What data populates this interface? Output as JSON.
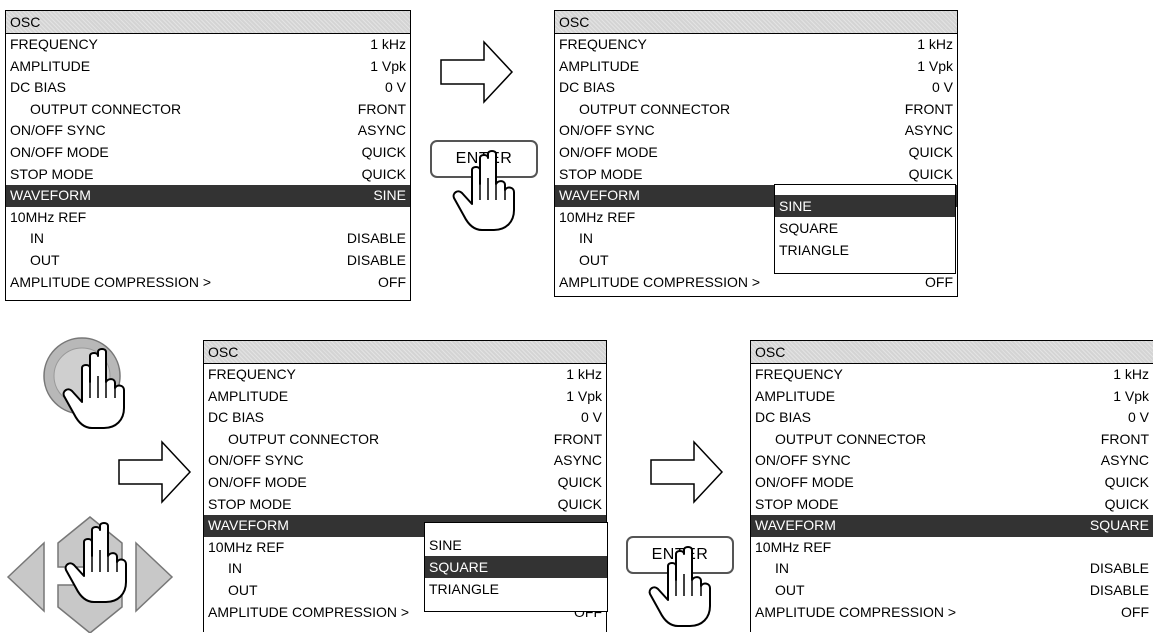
{
  "menu": {
    "title": "OSC",
    "rows": [
      {
        "label": "FREQUENCY",
        "value": "1 kHz"
      },
      {
        "label": "AMPLITUDE",
        "value": "1 Vpk"
      },
      {
        "label": "DC BIAS",
        "value": "0 V"
      },
      {
        "label": "OUTPUT CONNECTOR",
        "value": "FRONT"
      },
      {
        "label": "ON/OFF SYNC",
        "value": "ASYNC"
      },
      {
        "label": "ON/OFF MODE",
        "value": "QUICK"
      },
      {
        "label": "STOP MODE",
        "value": "QUICK"
      },
      {
        "label": "WAVEFORM",
        "value": "SINE"
      },
      {
        "label": "10MHz REF",
        "value": ""
      },
      {
        "label": "IN",
        "value": "DISABLE"
      },
      {
        "label": "OUT",
        "value": "DISABLE"
      },
      {
        "label": "AMPLITUDE COMPRESSION >",
        "value": "OFF"
      }
    ],
    "waveform_updated": "SQUARE"
  },
  "popup": {
    "options": [
      "SINE",
      "SQUARE",
      "TRIANGLE"
    ]
  },
  "enter_button": {
    "label": "ENTER"
  },
  "icons": {
    "arrow": "right-arrow-icon",
    "hand": "pointing-hand-icon",
    "dial": "rotary-knob-icon",
    "keys": "cursor-keys-icon"
  }
}
